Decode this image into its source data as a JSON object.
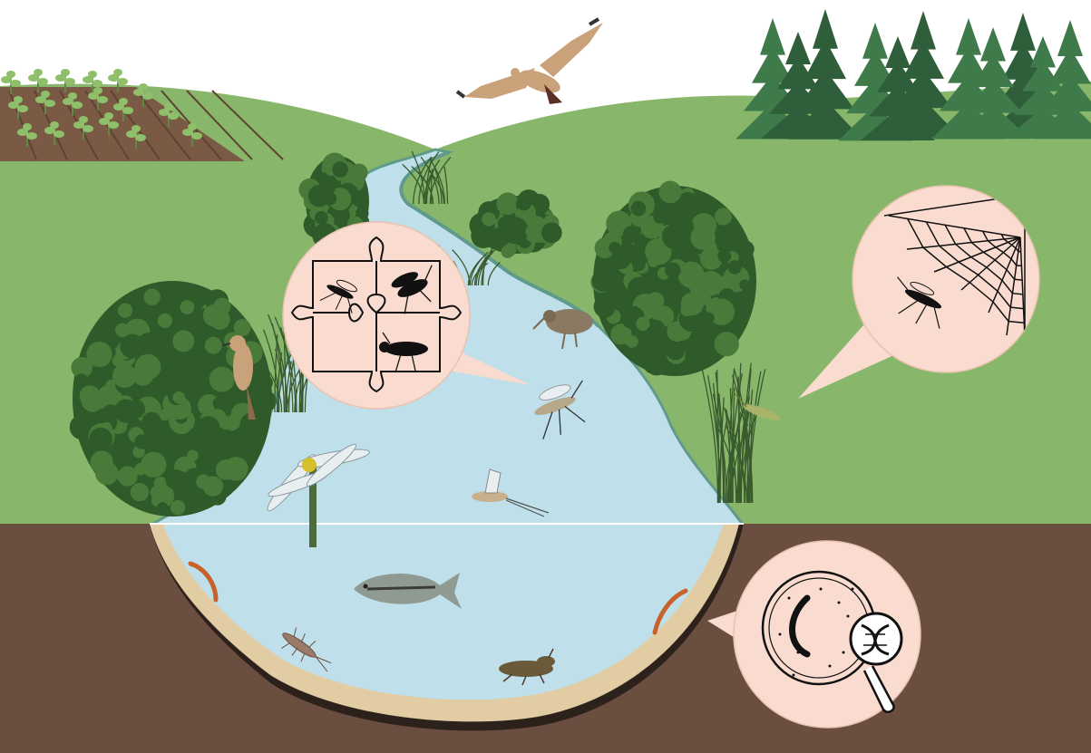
{
  "colors": {
    "sky": "#ffffff",
    "meadow": "#88b76b",
    "meadow_dark": "#6f9f57",
    "river": "#bfe0ea",
    "river_edge": "#5f9a8a",
    "soil": "#6a4e3f",
    "sediment": "#e1cca4",
    "field_soil": "#7a5a45",
    "crop": "#8fbf6a",
    "conifer": "#3f7a4a",
    "conifer_dark": "#2f5e3a",
    "bush": "#4a7a3a",
    "bush_dark": "#2f5a2a",
    "callout": "#f9dccf",
    "callout_edge": "#e9c2b0",
    "silhouette": "#111111",
    "worm": "#c8622a",
    "hawk": "#c9a27a",
    "fish": "#8f9a92"
  },
  "callouts": [
    {
      "id": "puzzle",
      "icon": "puzzle-with-insects-icon"
    },
    {
      "id": "web",
      "icon": "spider-web-with-mosquito-icon"
    },
    {
      "id": "dna",
      "icon": "magnifier-with-dna-icon"
    }
  ],
  "organisms": [
    "hawk-icon",
    "bird-on-tree-icon",
    "wader-bird-icon",
    "dragonfly-icon",
    "mosquito-icon",
    "mayfly-icon",
    "fish-icon",
    "larva-icon",
    "nymph-icon",
    "worm-icon",
    "grasshopper-icon"
  ]
}
